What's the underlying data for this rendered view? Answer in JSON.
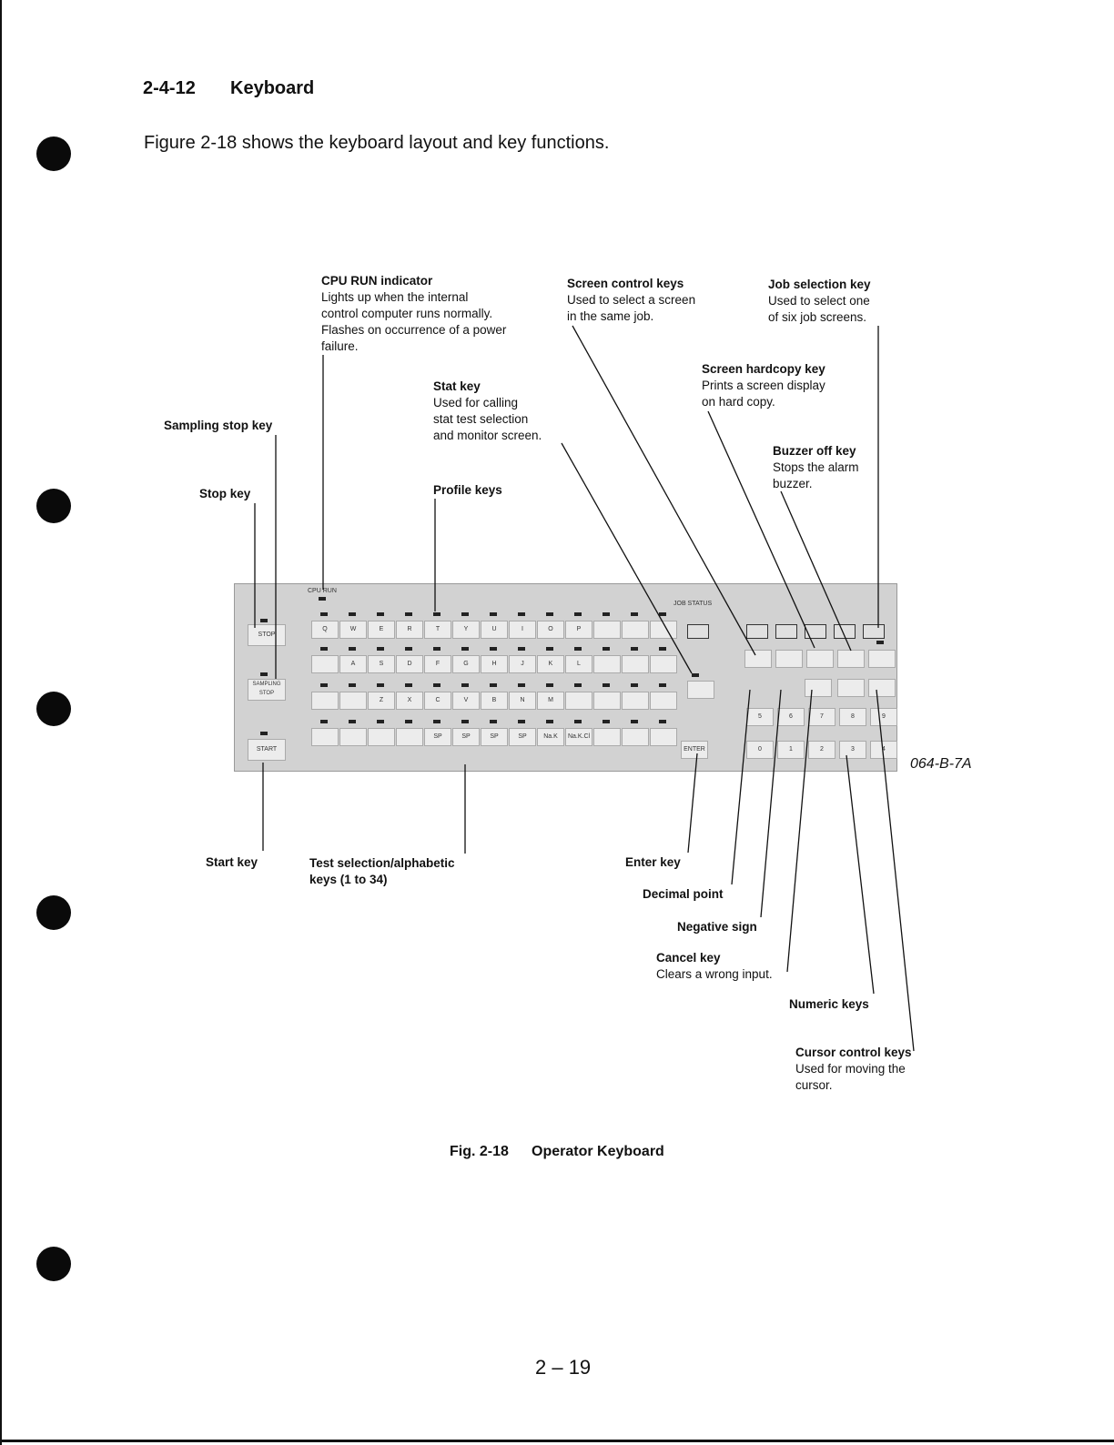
{
  "section": {
    "number": "2-4-12",
    "title": "Keyboard"
  },
  "intro": "Figure 2-18 shows the keyboard layout and key functions.",
  "callouts": {
    "cpu_run": {
      "title": "CPU RUN indicator",
      "desc": [
        "Lights up when the internal",
        "control computer runs normally.",
        "Flashes on occurrence of a power",
        "failure."
      ]
    },
    "screen_control": {
      "title": "Screen control keys",
      "desc": [
        "Used to select a screen",
        "in the same job."
      ]
    },
    "job_selection": {
      "title": "Job selection key",
      "desc": [
        "Used to select one",
        "of six job screens."
      ]
    },
    "screen_hardcopy": {
      "title": "Screen hardcopy key",
      "desc": [
        "Prints a screen display",
        "on hard copy."
      ]
    },
    "stat_key": {
      "title": "Stat key",
      "desc": [
        "Used for calling",
        "stat test selection",
        "and monitor screen."
      ]
    },
    "sampling_stop": {
      "title": "Sampling stop key"
    },
    "buzzer_off": {
      "title": "Buzzer off key",
      "desc": [
        "Stops the alarm",
        "buzzer."
      ]
    },
    "stop_key": {
      "title": "Stop key"
    },
    "profile_keys": {
      "title": "Profile keys"
    },
    "start_key": {
      "title": "Start key"
    },
    "test_selection": {
      "title": "Test selection/alphabetic",
      "desc": [
        "keys (1 to 34)"
      ]
    },
    "enter_key": {
      "title": "Enter key"
    },
    "decimal_point": {
      "title": "Decimal point"
    },
    "negative_sign": {
      "title": "Negative sign"
    },
    "cancel_key": {
      "title": "Cancel key",
      "desc": [
        "Clears a wrong input."
      ]
    },
    "numeric_keys": {
      "title": "Numeric keys"
    },
    "cursor_control": {
      "title": "Cursor control keys",
      "desc": [
        "Used for moving the",
        "cursor."
      ]
    }
  },
  "panel": {
    "cpu_run_label": "CPU RUN",
    "job_status_label": "JOB STATUS",
    "stop_label": "STOP",
    "sampling_stop_label": "SAMPLING STOP",
    "start_label": "START",
    "enter_label": "ENTER",
    "row1_keys": [
      "Q",
      "W",
      "E",
      "R",
      "T",
      "Y",
      "U",
      "I",
      "O",
      "P",
      "",
      "",
      ""
    ],
    "row2_keys": [
      "",
      "A",
      "S",
      "D",
      "F",
      "G",
      "H",
      "J",
      "K",
      "L",
      "",
      "",
      ""
    ],
    "row3_keys": [
      "",
      "",
      "Z",
      "X",
      "C",
      "V",
      "B",
      "N",
      "M",
      "",
      "",
      "",
      ""
    ],
    "row4_keys": [
      "",
      "",
      "",
      "",
      "SP",
      "SP",
      "SP",
      "SP",
      "Na.K",
      "Na.K.Cl",
      "",
      "",
      ""
    ],
    "numeric_row1": [
      "5",
      "6",
      "7",
      "8",
      "9"
    ],
    "numeric_row2": [
      "0",
      "1",
      "2",
      "3",
      "4"
    ]
  },
  "figure_id": "064-B-7A",
  "caption": {
    "number": "Fig. 2-18",
    "title": "Operator Keyboard"
  },
  "page_number": "2 – 19"
}
